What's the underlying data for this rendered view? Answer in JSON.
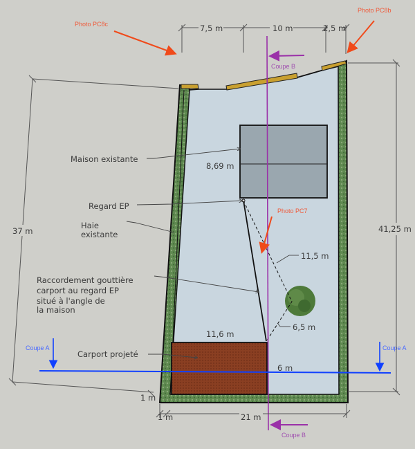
{
  "dimensions": {
    "top_left": "7,5 m",
    "top_middle": "10 m",
    "top_right": "2,5 m",
    "left_depth": "37 m",
    "right_depth": "41,25 m",
    "bottom_width": "21 m",
    "bottom_margin_side": "1 m",
    "bottom_margin_below": "1 m",
    "house_depth": "8,69 m",
    "diagonal_regard_tree": "11,5 m",
    "diagonal_tree_carport": "6,5 m",
    "carport_length": "11,6 m",
    "carport_width": "6 m"
  },
  "labels": {
    "house": "Maison existante",
    "regard": "Regard EP",
    "hedge_line1": "Haie",
    "hedge_line2": "existante",
    "connection_lines": [
      "Raccordement gouttière",
      "carport au regard EP",
      "situé à l'angle de",
      "la maison"
    ],
    "carport": "Carport projeté"
  },
  "photos": {
    "pc8c": "Photo PC8c",
    "pc8b": "Photo PC8b",
    "pc7": "Photo PC7"
  },
  "sections": {
    "coupe_a": "Coupe A",
    "coupe_b": "Coupe B"
  },
  "colors": {
    "lawn": "#c9d6df",
    "hedge": "#5f8a50",
    "house": "#9aa7af",
    "carport": "#8a3f22",
    "section_a": "#1040ff",
    "section_b": "#9a30a8",
    "photo_arrow": "#f04a1a"
  }
}
